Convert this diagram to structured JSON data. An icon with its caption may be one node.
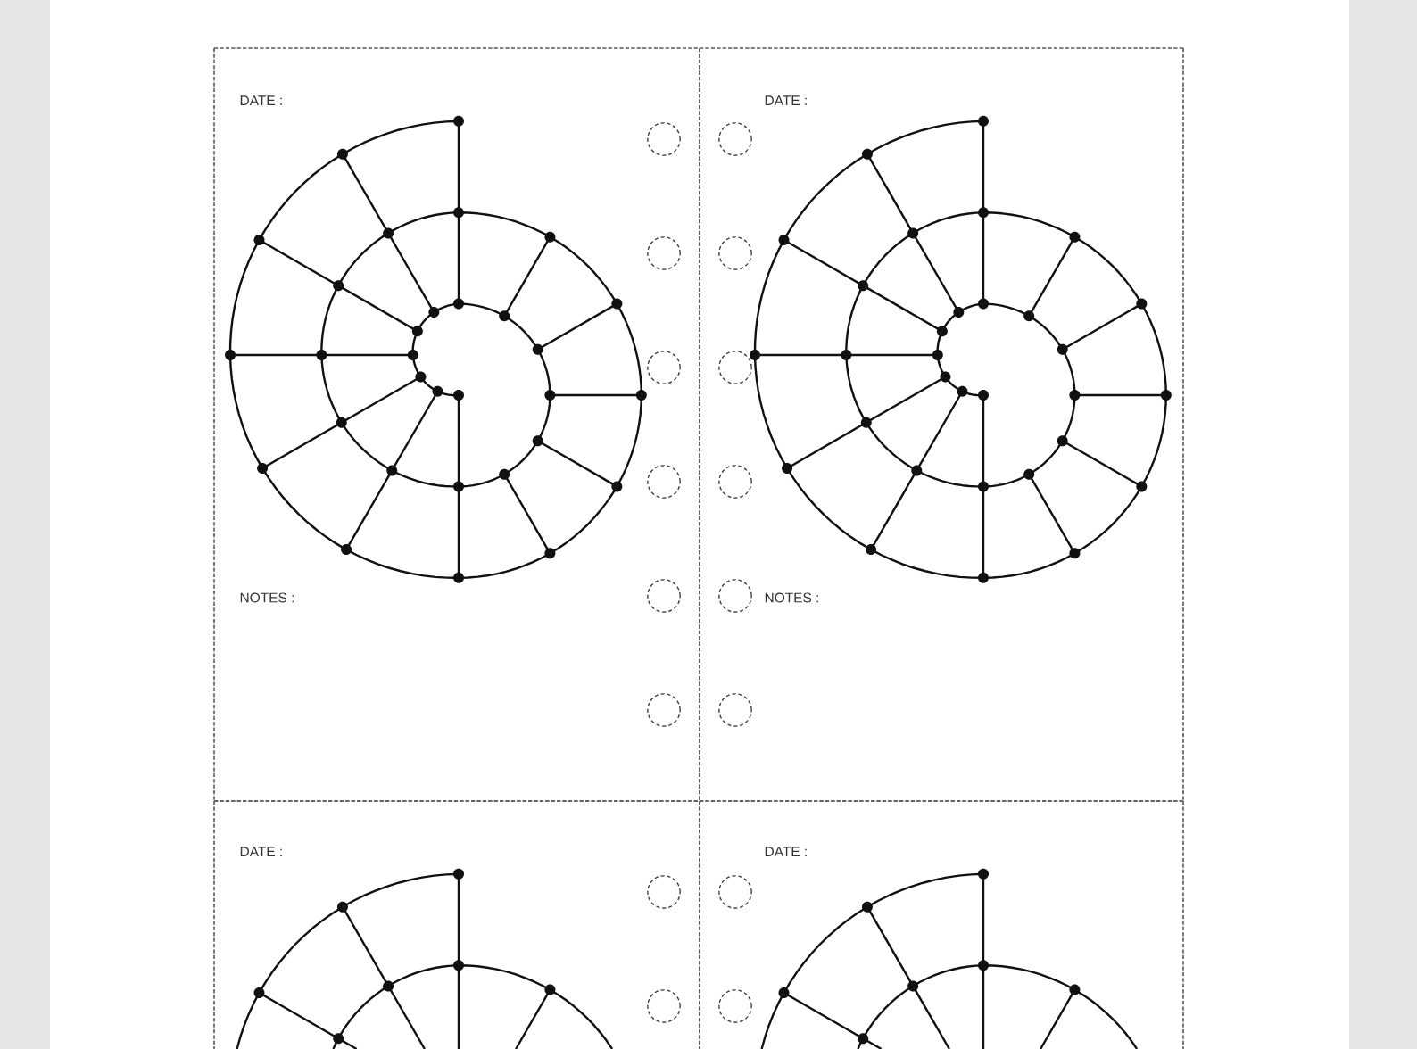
{
  "diagram": {
    "nodes": [
      {
        "text": [
          "DATE :",
          "NOTES :"
        ]
      },
      {
        "text": [
          "DATE :",
          "NOTES :"
        ]
      },
      {
        "text": [
          "DATE :"
        ]
      },
      {
        "text": [
          "DATE :"
        ]
      }
    ]
  }
}
